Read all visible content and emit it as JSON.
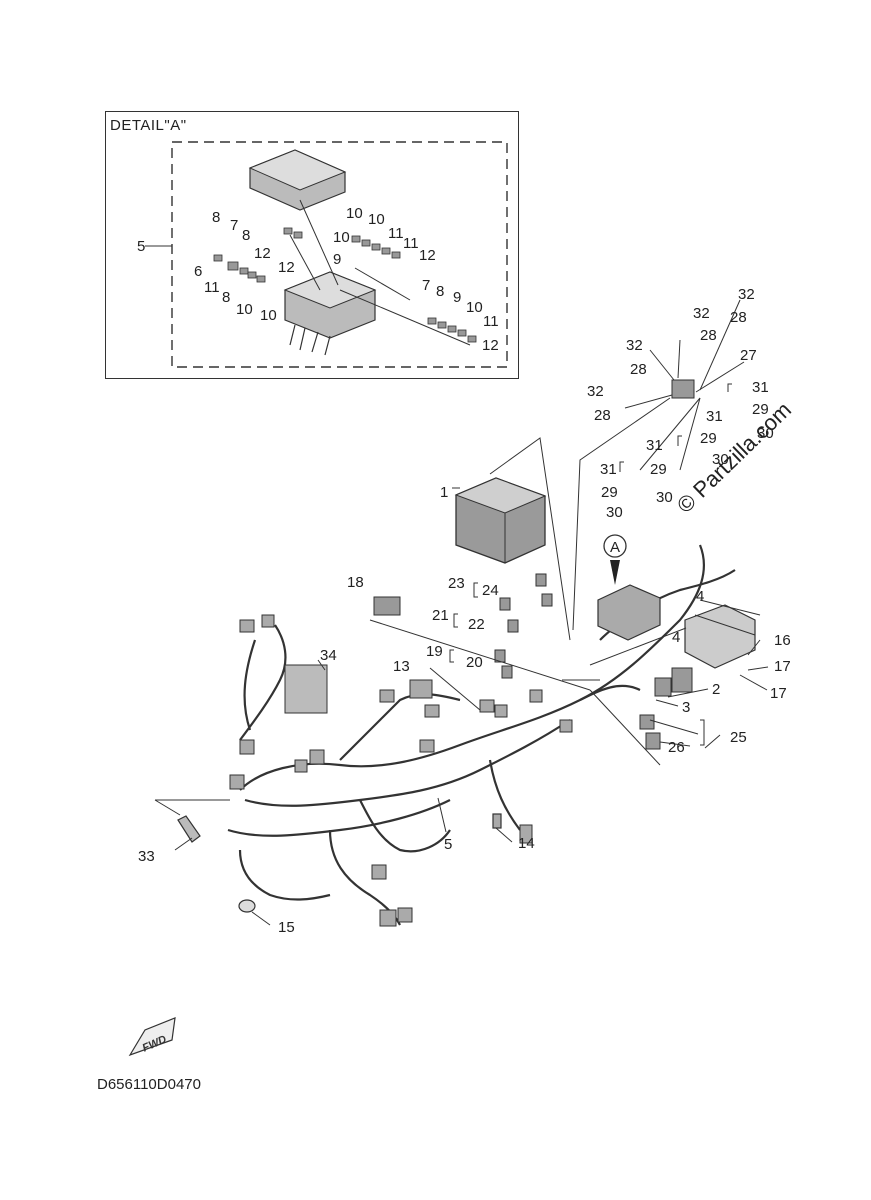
{
  "detail_title": "DETAIL\"A\"",
  "diagram_code": "D656110D0470",
  "watermark": "© Partzilla.com",
  "fwd_label": "FWD",
  "circle_marker": "A",
  "callouts": [
    {
      "label": "1"
    },
    {
      "label": "2"
    },
    {
      "label": "3"
    },
    {
      "label": "4"
    },
    {
      "label": "4"
    },
    {
      "label": "5"
    },
    {
      "label": "5"
    },
    {
      "label": "6"
    },
    {
      "label": "7"
    },
    {
      "label": "7"
    },
    {
      "label": "8"
    },
    {
      "label": "8"
    },
    {
      "label": "8"
    },
    {
      "label": "8"
    },
    {
      "label": "9"
    },
    {
      "label": "9"
    },
    {
      "label": "10"
    },
    {
      "label": "10"
    },
    {
      "label": "10"
    },
    {
      "label": "10"
    },
    {
      "label": "10"
    },
    {
      "label": "10"
    },
    {
      "label": "11"
    },
    {
      "label": "11"
    },
    {
      "label": "11"
    },
    {
      "label": "11"
    },
    {
      "label": "12"
    },
    {
      "label": "12"
    },
    {
      "label": "12"
    },
    {
      "label": "12"
    },
    {
      "label": "13"
    },
    {
      "label": "14"
    },
    {
      "label": "15"
    },
    {
      "label": "16"
    },
    {
      "label": "17"
    },
    {
      "label": "17"
    },
    {
      "label": "18"
    },
    {
      "label": "19"
    },
    {
      "label": "20"
    },
    {
      "label": "21"
    },
    {
      "label": "22"
    },
    {
      "label": "23"
    },
    {
      "label": "24"
    },
    {
      "label": "25"
    },
    {
      "label": "26"
    },
    {
      "label": "27"
    },
    {
      "label": "28"
    },
    {
      "label": "28"
    },
    {
      "label": "28"
    },
    {
      "label": "28"
    },
    {
      "label": "29"
    },
    {
      "label": "29"
    },
    {
      "label": "29"
    },
    {
      "label": "29"
    },
    {
      "label": "30"
    },
    {
      "label": "30"
    },
    {
      "label": "30"
    },
    {
      "label": "30"
    },
    {
      "label": "31"
    },
    {
      "label": "31"
    },
    {
      "label": "31"
    },
    {
      "label": "31"
    },
    {
      "label": "32"
    },
    {
      "label": "32"
    },
    {
      "label": "32"
    },
    {
      "label": "32"
    },
    {
      "label": "33"
    },
    {
      "label": "34"
    }
  ]
}
